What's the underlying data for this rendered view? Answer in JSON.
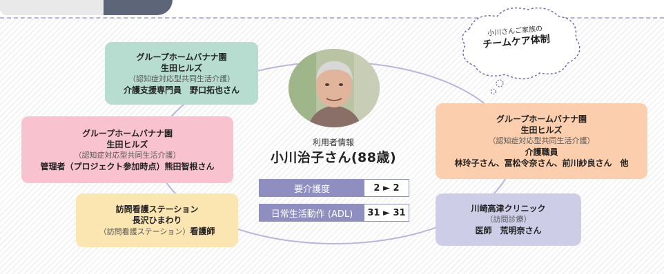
{
  "cloud": {
    "line1": "小川さんご家族の",
    "line2": "チームケア体制"
  },
  "user": {
    "label": "利用者情報",
    "name": "小川治子さん(88歳)"
  },
  "stats": [
    {
      "label": "要介護度",
      "value": "2 ► 2"
    },
    {
      "label": "日常生活動作 (ADL)",
      "value": "31 ► 31"
    }
  ],
  "cards": {
    "card1": {
      "line1": "グループホームバナナ園",
      "line2": "生田ヒルズ",
      "line3": "（認知症対応型共同生活介護）",
      "line4": "介護支援専門員　野口拓也さん"
    },
    "card2": {
      "line1": "グループホームバナナ園",
      "line2": "生田ヒルズ",
      "line3": "（認知症対応型共同生活介護）",
      "line4": "管理者（プロジェクト参加時点）熊田智根さん"
    },
    "card3": {
      "line1": "訪問看護ステーション",
      "line2": "長沢ひまわり",
      "line3a": "（訪問看護ステーション）",
      "line3b": "看護師"
    },
    "card4": {
      "line1": "グループホームバナナ園",
      "line2": "生田ヒルズ",
      "line3": "（認知症対応型共同生活介護）",
      "line4": "介護職員",
      "line5": "林玲子さん、冨松令奈さん、前川紗良さん　他"
    },
    "card5": {
      "line1": "川崎高津クリニック",
      "line2": "（訪問診療）",
      "line3": "医師　荒明奈さん"
    }
  }
}
